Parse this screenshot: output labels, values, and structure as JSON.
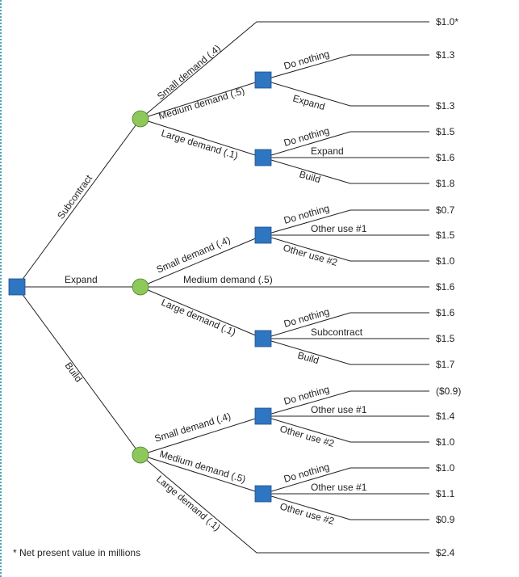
{
  "decision_nodes": [
    "root",
    "sub_medium",
    "sub_large",
    "exp_small",
    "exp_large",
    "build_small",
    "build_medium"
  ],
  "chance_nodes": [
    "subcontract",
    "expand",
    "build"
  ],
  "branches": {
    "subcontract": "Subcontract",
    "expand": "Expand",
    "build": "Build",
    "sub_small": "Small demand (.4)",
    "sub_medium": "Medium demand (.5)",
    "sub_large": "Large demand (.1)",
    "sub_med_nothing": "Do nothing",
    "sub_med_expand": "Expand",
    "sub_large_nothing": "Do nothing",
    "sub_large_expand": "Expand",
    "sub_large_build": "Build",
    "exp_small": "Small demand (.4)",
    "exp_medium": "Medium demand (.5)",
    "exp_large": "Large demand (.1)",
    "exp_small_nothing": "Do nothing",
    "exp_small_other1": "Other use #1",
    "exp_small_other2": "Other use #2",
    "exp_large_nothing": "Do nothing",
    "exp_large_subcontract": "Subcontract",
    "exp_large_build": "Build",
    "build_small": "Small demand (.4)",
    "build_medium": "Medium demand (.5)",
    "build_large": "Large demand (.1)",
    "build_small_nothing": "Do nothing",
    "build_small_other1": "Other use #1",
    "build_small_other2": "Other use #2",
    "build_med_nothing": "Do nothing",
    "build_med_other1": "Other use #1",
    "build_med_other2": "Other use #2"
  },
  "payoffs": [
    "$1.0*",
    "$1.3",
    "$1.3",
    "$1.5",
    "$1.6",
    "$1.8",
    "$0.7",
    "$1.5",
    "$1.0",
    "$1.6",
    "$1.6",
    "$1.5",
    "$1.7",
    "($0.9)",
    "$1.4",
    "$1.0",
    "$1.0",
    "$1.1",
    "$0.9",
    "$2.4"
  ],
  "footnote": "* Net present value in millions",
  "colors": {
    "decision_node": "#2e75c2",
    "chance_node": "#8dc85a",
    "line": "#231f20",
    "left_rule": "#4aa3b5"
  }
}
